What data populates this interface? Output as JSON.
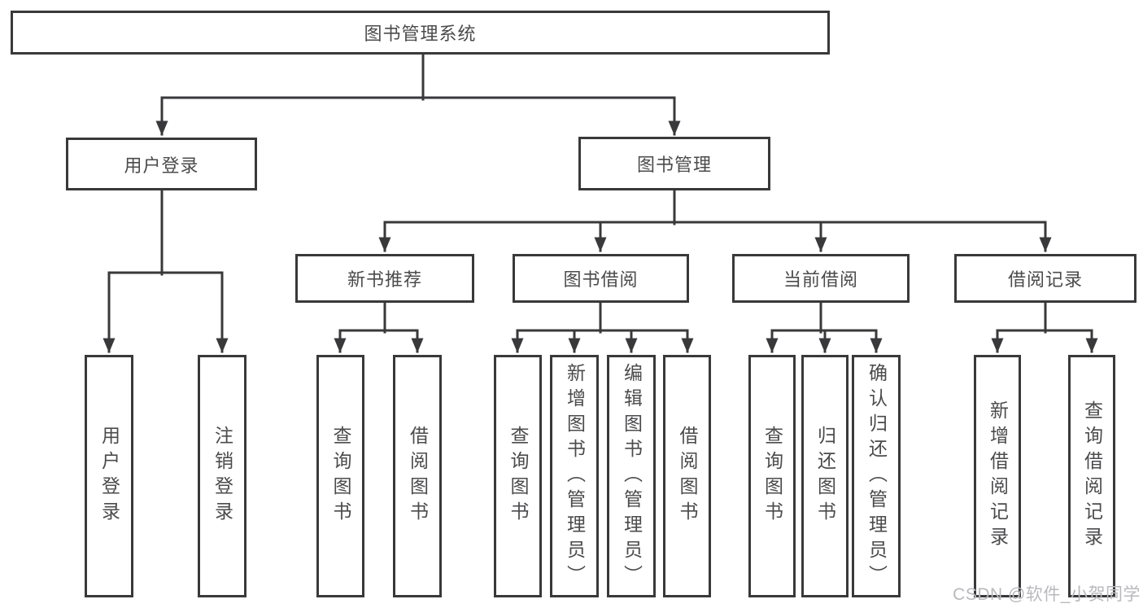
{
  "colors": {
    "line": "#39393b",
    "box_border": "#39393b",
    "box_fill": "#ffffff",
    "text": "#4b4b4d",
    "watermark": "#b9b9bd",
    "background": "#ffffff"
  },
  "watermark": "CSDN @软件_小贺同学",
  "tree": {
    "label": "图书管理系统",
    "children": [
      {
        "label": "用户登录",
        "children": [
          {
            "label": "用户登录"
          },
          {
            "label": "注销登录"
          }
        ]
      },
      {
        "label": "图书管理",
        "children": [
          {
            "label": "新书推荐",
            "children": [
              {
                "label": "查询图书"
              },
              {
                "label": "借阅图书"
              }
            ]
          },
          {
            "label": "图书借阅",
            "children": [
              {
                "label": "查询图书"
              },
              {
                "label": "新增图书（管理员）"
              },
              {
                "label": "编辑图书（管理员）"
              },
              {
                "label": "借阅图书"
              }
            ]
          },
          {
            "label": "当前借阅",
            "children": [
              {
                "label": "查询图书"
              },
              {
                "label": "归还图书"
              },
              {
                "label": "确认归还（管理员）"
              }
            ]
          },
          {
            "label": "借阅记录",
            "children": [
              {
                "label": "新增借阅记录"
              },
              {
                "label": "查询借阅记录"
              }
            ]
          }
        ]
      }
    ]
  }
}
